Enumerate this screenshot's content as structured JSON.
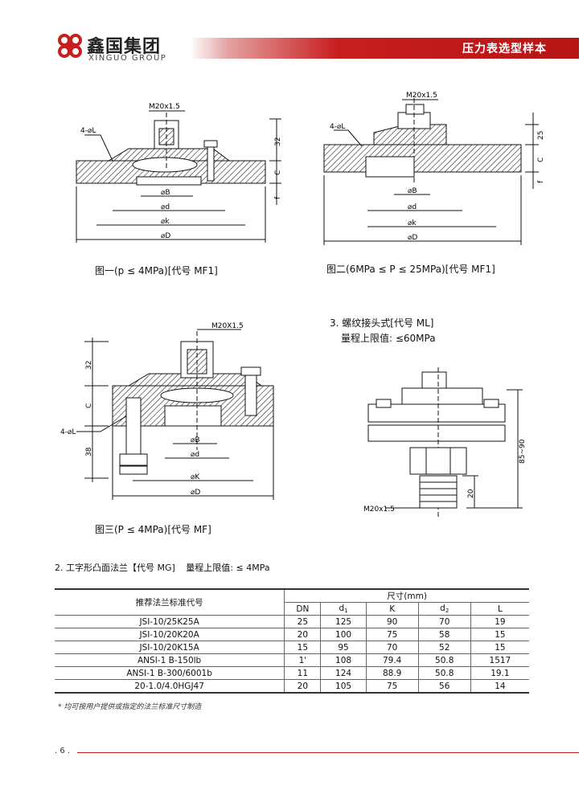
{
  "brand": {
    "name_cn": "鑫国集团",
    "name_en": "XINGUO GROUP",
    "accent_color": "#c81e1e",
    "logo_icon": "xinguo-logo-icon"
  },
  "header": {
    "title": "压力表选型样本"
  },
  "figures": {
    "fig1": {
      "caption": "图一(p ≤ 4MPa)[代号 MF1]",
      "labels": {
        "thread": "M20x1.5",
        "holes": "4-⌀L",
        "h32": "32",
        "c": "C",
        "f": "f",
        "b": "⌀B",
        "d": "⌀d",
        "k": "⌀k",
        "D": "⌀D"
      }
    },
    "fig2": {
      "caption": "图二(6MPa ≤ P ≤ 25MPa)[代号 MF1]",
      "labels": {
        "thread": "M20x1.5",
        "holes": "4-⌀L",
        "h25": "25",
        "c": "C",
        "f": "f",
        "b": "⌀B",
        "d": "⌀d",
        "k": "⌀k",
        "D": "⌀D"
      }
    },
    "fig3": {
      "caption": "图三(P ≤ 4MPa)[代号 MF]",
      "labels": {
        "thread": "M20X1.5",
        "holes": "4-⌀L",
        "h32": "32",
        "c": "C",
        "h38": "38",
        "b": "⌀B",
        "d": "⌀d",
        "k": "⌀K",
        "D": "⌀D"
      }
    },
    "fig4": {
      "heading": "3. 螺纹接头式[代号 ML]",
      "range": "量程上限值: ≤60MPa",
      "labels": {
        "h85": "85~90",
        "h20": "20",
        "thread": "M20x1.5"
      }
    }
  },
  "section2": {
    "heading": "2. 工字形凸面法兰【代号 MG]",
    "range": "量程上限值: ≤ 4MPa"
  },
  "table": {
    "std_header": "推荐法兰标准代号",
    "size_header": "尺寸(mm)",
    "columns": [
      "DN",
      "d",
      "K",
      "d",
      "L"
    ],
    "column_subs": [
      "",
      "1",
      "",
      "2",
      ""
    ],
    "rows": [
      {
        "std": "JSI-10/25K25A",
        "values": [
          "25",
          "125",
          "90",
          "70",
          "19"
        ]
      },
      {
        "std": "JSI-10/20K20A",
        "values": [
          "20",
          "100",
          "75",
          "58",
          "15"
        ]
      },
      {
        "std": "JSI-10/20K15A",
        "values": [
          "15",
          "95",
          "70",
          "52",
          "15"
        ]
      },
      {
        "std": "ANSI-1 B-150lb",
        "values": [
          "1'",
          "108",
          "79.4",
          "50.8",
          "1517"
        ]
      },
      {
        "std": "ANSI-1 B-300/6001b",
        "values": [
          "11",
          "124",
          "88.9",
          "50.8",
          "19.1"
        ]
      },
      {
        "std": "20-1.0/4.0HGJ47",
        "values": [
          "20",
          "105",
          "75",
          "56",
          "14"
        ]
      }
    ]
  },
  "footnote": "* 均可按用户提供或指定的法兰标准尺寸制造",
  "page_number": ". 6 ."
}
